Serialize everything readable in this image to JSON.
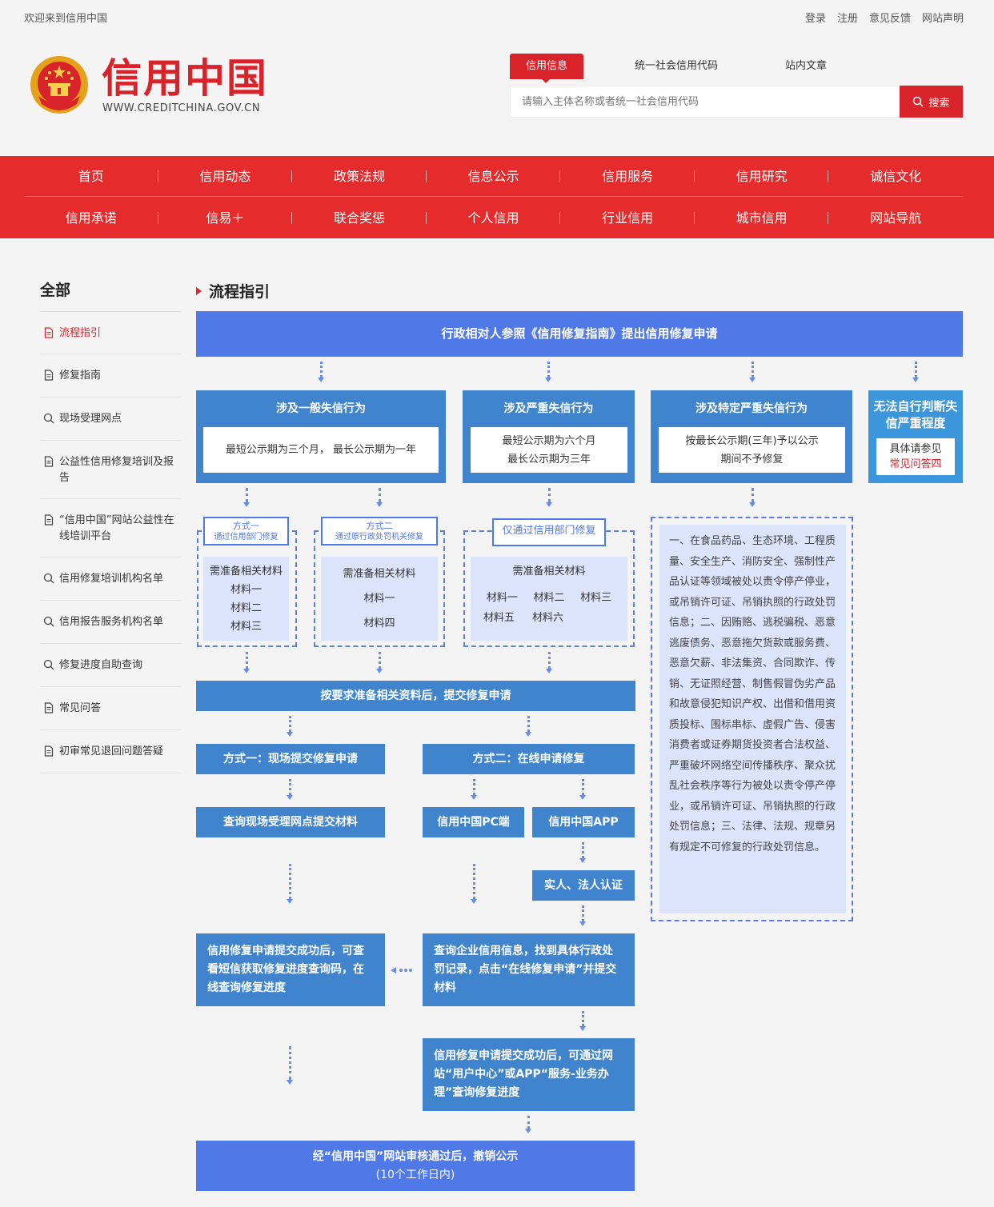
{
  "topbar": {
    "welcome": "欢迎来到信用中国",
    "links": [
      "登录",
      "注册",
      "意见反馈",
      "网站声明"
    ]
  },
  "header": {
    "site_title": "信用中国",
    "site_url": "WWW.CREDITCHINA.GOV.CN",
    "search_tabs": [
      "信用信息",
      "统一社会信用代码",
      "站内文章"
    ],
    "search_placeholder": "请输入主体名称或者统一社会信用代码",
    "search_button": "搜索"
  },
  "nav": {
    "row1": [
      "首页",
      "信用动态",
      "政策法规",
      "信息公示",
      "信用服务",
      "信用研究",
      "诚信文化"
    ],
    "row2": [
      "信用承诺",
      "信易＋",
      "联合奖惩",
      "个人信用",
      "行业信用",
      "城市信用",
      "网站导航"
    ]
  },
  "sidebar": {
    "title": "全部",
    "items": [
      {
        "label": "流程指引",
        "icon": "document-icon"
      },
      {
        "label": "修复指南",
        "icon": "document-icon"
      },
      {
        "label": "现场受理网点",
        "icon": "search-icon"
      },
      {
        "label": "公益性信用修复培训及报告",
        "icon": "document-icon"
      },
      {
        "label": "“信用中国”网站公益性在线培训平台",
        "icon": "document-icon"
      },
      {
        "label": "信用修复培训机构名单",
        "icon": "search-icon"
      },
      {
        "label": "信用报告服务机构名单",
        "icon": "search-icon"
      },
      {
        "label": "修复进度自助查询",
        "icon": "search-icon"
      },
      {
        "label": "常见问答",
        "icon": "document-icon"
      },
      {
        "label": "初审常见退回问题答疑",
        "icon": "document-icon"
      }
    ]
  },
  "main": {
    "section_title": "流程指引"
  },
  "flow": {
    "top": "行政相对人参照《信用修复指南》提出信用修复申请",
    "c1_title": "涉及一般失信行为",
    "c1_body": "最短公示期为三个月，  最长公示期为一年",
    "c2_title": "涉及严重失信行为",
    "c2_body1": "最短公示期为六个月",
    "c2_body2": "最长公示期为三年",
    "c3_title": "涉及特定严重失信行为",
    "c3_body1": "按最长公示期(三年)予以公示",
    "c3_body2": "期间不予修复",
    "c4_title": "无法自行判断失信严重程度",
    "c4_body1": "具体请参见",
    "c4_body2": "常见问答四",
    "m1_label1": "方式一",
    "m1_label2": "通过信用部门修复",
    "m1_items": [
      "需准备相关材料",
      "材料一",
      "材料二",
      "材料三"
    ],
    "m2_label1": "方式二",
    "m2_label2": "通过原行政处罚机关修复",
    "m2_items": [
      "需准备相关材料",
      "材料一",
      "材料四"
    ],
    "m3_label": "仅通过信用部门修复",
    "m3_items": [
      "需准备相关材料",
      "材料一",
      "材料二",
      "材料三",
      "材料五",
      "材料六"
    ],
    "list": "一、在食品药品、生态环境、工程质量、安全生产、消防安全、强制性产品认证等领域被处以责令停产停业，或吊销许可证、吊销执照的行政处罚信息；二、因贿赂、逃税骗税、恶意逃废债务、恶意拖欠货款或服务费、恶意欠薪、非法集资、合同欺诈、传销、无证照经营、制售假冒伪劣产品和故意侵犯知识产权、出借和借用资质投标、围标串标、虚假广告、侵害消费者或证券期货投资者合法权益、严重破坏网络空间传播秩序、聚众扰乱社会秩序等行为被处以责令停产停业，或吊销许可证、吊销执照的行政处罚信息；三、法律、法规、规章另有规定不可修复的行政处罚信息。",
    "submit": "按要求准备相关资料后，提交修复申请",
    "way1": "方式一：现场提交修复申请",
    "way2": "方式二：在线申请修复",
    "query_site": "查询现场受理网点提交材料",
    "pc": "信用中国PC端",
    "app": "信用中国APP",
    "auth": "实人、法人认证",
    "left_result": "信用修复申请提交成功后，可查看短信获取修复进度查询码，在线查询修复进度",
    "online_query": "查询企业信用信息，找到具体行政处罚记录，点击“在线修复申请”并提交材料",
    "online_result": "信用修复申请提交成功后，可通过网站“用户中心”或APP“服务-业务办理”查询修复进度",
    "final1": "经“信用中国”网站审核通过后，撤销公示",
    "final2": "(10个工作日内)"
  }
}
